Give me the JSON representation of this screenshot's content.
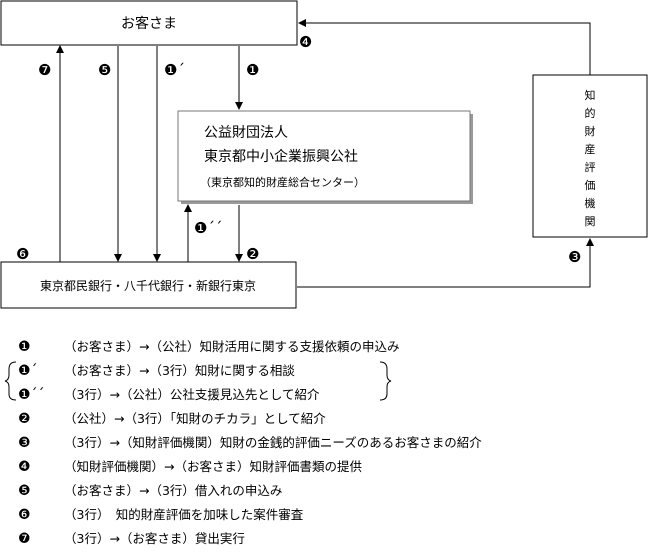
{
  "boxes": {
    "customer": "お客さま",
    "kosha": {
      "line1": "公益財団法人",
      "line2": "東京都中小企業振興公社",
      "line3": "（東京都知的財産総合センター）"
    },
    "chizai": [
      "知",
      "的",
      "財",
      "産",
      "評",
      "価",
      "機",
      "関"
    ],
    "banks": "東京都民銀行・八千代銀行・新銀行東京"
  },
  "markers": {
    "m1": "❶",
    "m1a": "❶´",
    "m1b": "❶´´",
    "m2": "❷",
    "m3": "❸",
    "m4": "❹",
    "m5": "❺",
    "m6": "❻",
    "m7": "❼"
  },
  "legend": [
    {
      "marker": "❶",
      "text": "（お客さま）→（公社）知財活用に関する支援依頼の申込み"
    },
    {
      "marker": "❶´",
      "text": "（お客さま）→（3行）知財に関する相談"
    },
    {
      "marker": "❶´´",
      "text": "（3行）→（公社）公社支援見込先として紹介"
    },
    {
      "marker": "❷",
      "text": "（公社）→（3行）「知財のチカラ」として紹介"
    },
    {
      "marker": "❸",
      "text": "（3行）→（知財評価機関）知財の金銭的評価ニーズのあるお客さまの紹介"
    },
    {
      "marker": "❹",
      "text": "（知財評価機関）→（お客さま）知財評価書類の提供"
    },
    {
      "marker": "❺",
      "text": "（お客さま）→（3行）借入れの申込み"
    },
    {
      "marker": "❻",
      "text": "（3行）　知的財産評価を加味した案件審査"
    },
    {
      "marker": "❼",
      "text": "（3行）→（お客さま）貸出実行"
    }
  ]
}
